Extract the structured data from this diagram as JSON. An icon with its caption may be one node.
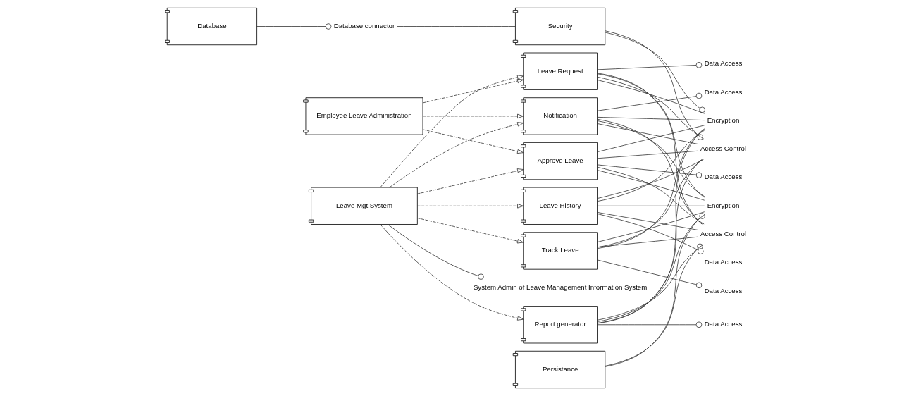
{
  "diagram": {
    "nodes": [
      {
        "text": [
          "Employee Leave Administration"
        ]
      },
      {
        "text": [
          "Leave Mgt System"
        ]
      },
      {
        "text": [
          "System Admin of Leave Management Information System"
        ]
      },
      {
        "text": [
          "Leave Request"
        ]
      },
      {
        "text": [
          "Notification"
        ]
      },
      {
        "text": [
          "Approve Leave"
        ]
      },
      {
        "text": [
          "Track Leave"
        ]
      },
      {
        "text": [
          "Leave History"
        ]
      },
      {
        "text": [
          "Report generator"
        ]
      },
      {
        "text": [
          "Data Access"
        ]
      },
      {
        "text": [
          "Data Access"
        ]
      },
      {
        "text": [
          "Data Access"
        ]
      },
      {
        "text": [
          "Data Access"
        ]
      },
      {
        "text": [
          "Data Access"
        ]
      },
      {
        "text": [
          "Data Access"
        ]
      },
      {
        "text": [
          "Security"
        ]
      },
      {
        "text": [
          "Persistance"
        ]
      },
      {
        "text": [
          "Database"
        ]
      },
      {
        "text": [
          "Encryption"
        ]
      },
      {
        "text": [
          "Access Control"
        ]
      },
      {
        "text": [
          "Encryption"
        ]
      },
      {
        "text": [
          "Access Control"
        ]
      },
      {
        "text": [
          "Database connector"
        ]
      }
    ],
    "edges": [
      {
        "from": 0,
        "to": 3,
        "arrow": "to",
        "style": "dashed"
      },
      {
        "from": 0,
        "to": 4,
        "arrow": "to",
        "style": "dashed"
      },
      {
        "from": 0,
        "to": 5,
        "arrow": "to",
        "style": "dashed"
      },
      {
        "from": 1,
        "to": 3,
        "arrow": "to",
        "style": "dashed"
      },
      {
        "from": 1,
        "to": 4,
        "arrow": "to",
        "style": "dashed"
      },
      {
        "from": 1,
        "to": 5,
        "arrow": "to",
        "style": "dashed"
      },
      {
        "from": 1,
        "to": 6,
        "arrow": "to",
        "style": "dashed"
      },
      {
        "from": 1,
        "to": 7,
        "arrow": "to",
        "style": "dashed"
      },
      {
        "from": 1,
        "to": 8,
        "arrow": "to",
        "style": "dashed"
      },
      {
        "from": 1,
        "to": 2,
        "arrow": "other"
      },
      {
        "from": 3,
        "to": 9,
        "arrow": "other"
      },
      {
        "from": 4,
        "to": 10,
        "arrow": "other"
      },
      {
        "from": 5,
        "to": 11,
        "arrow": "other"
      },
      {
        "from": 6,
        "to": 12,
        "arrow": "other"
      },
      {
        "from": 7,
        "to": 13,
        "arrow": "other"
      },
      {
        "from": 8,
        "to": 14,
        "arrow": "other"
      },
      {
        "from": 3,
        "to": 18,
        "arrow": "none"
      },
      {
        "from": 3,
        "to": 19,
        "arrow": "none"
      },
      {
        "from": 3,
        "to": 20,
        "arrow": "none"
      },
      {
        "from": 3,
        "to": 21,
        "arrow": "none"
      },
      {
        "from": 4,
        "to": 18,
        "arrow": "none"
      },
      {
        "from": 4,
        "to": 19,
        "arrow": "none"
      },
      {
        "from": 4,
        "to": 20,
        "arrow": "none"
      },
      {
        "from": 4,
        "to": 21,
        "arrow": "none"
      },
      {
        "from": 5,
        "to": 18,
        "arrow": "none"
      },
      {
        "from": 5,
        "to": 19,
        "arrow": "none"
      },
      {
        "from": 5,
        "to": 20,
        "arrow": "none"
      },
      {
        "from": 5,
        "to": 21,
        "arrow": "none"
      },
      {
        "from": 6,
        "to": 18,
        "arrow": "none"
      },
      {
        "from": 6,
        "to": 19,
        "arrow": "none"
      },
      {
        "from": 6,
        "to": 20,
        "arrow": "none"
      },
      {
        "from": 6,
        "to": 21,
        "arrow": "none"
      },
      {
        "from": 7,
        "to": 18,
        "arrow": "none"
      },
      {
        "from": 7,
        "to": 19,
        "arrow": "none"
      },
      {
        "from": 7,
        "to": 20,
        "arrow": "none"
      },
      {
        "from": 7,
        "to": 21,
        "arrow": "none"
      },
      {
        "from": 8,
        "to": 18,
        "arrow": "none"
      },
      {
        "from": 8,
        "to": 19,
        "arrow": "none"
      },
      {
        "from": 8,
        "to": 20,
        "arrow": "none"
      },
      {
        "from": 8,
        "to": 21,
        "arrow": "none"
      },
      {
        "from": 15,
        "to": 18,
        "arrow": "other"
      },
      {
        "from": 15,
        "to": 19,
        "arrow": "other"
      },
      {
        "from": 16,
        "to": 20,
        "arrow": "other"
      },
      {
        "from": 16,
        "to": 21,
        "arrow": "other"
      },
      {
        "from": 17,
        "to": 22,
        "arrow": "other"
      },
      {
        "from": 22,
        "to": 15,
        "arrow": "none"
      }
    ]
  }
}
